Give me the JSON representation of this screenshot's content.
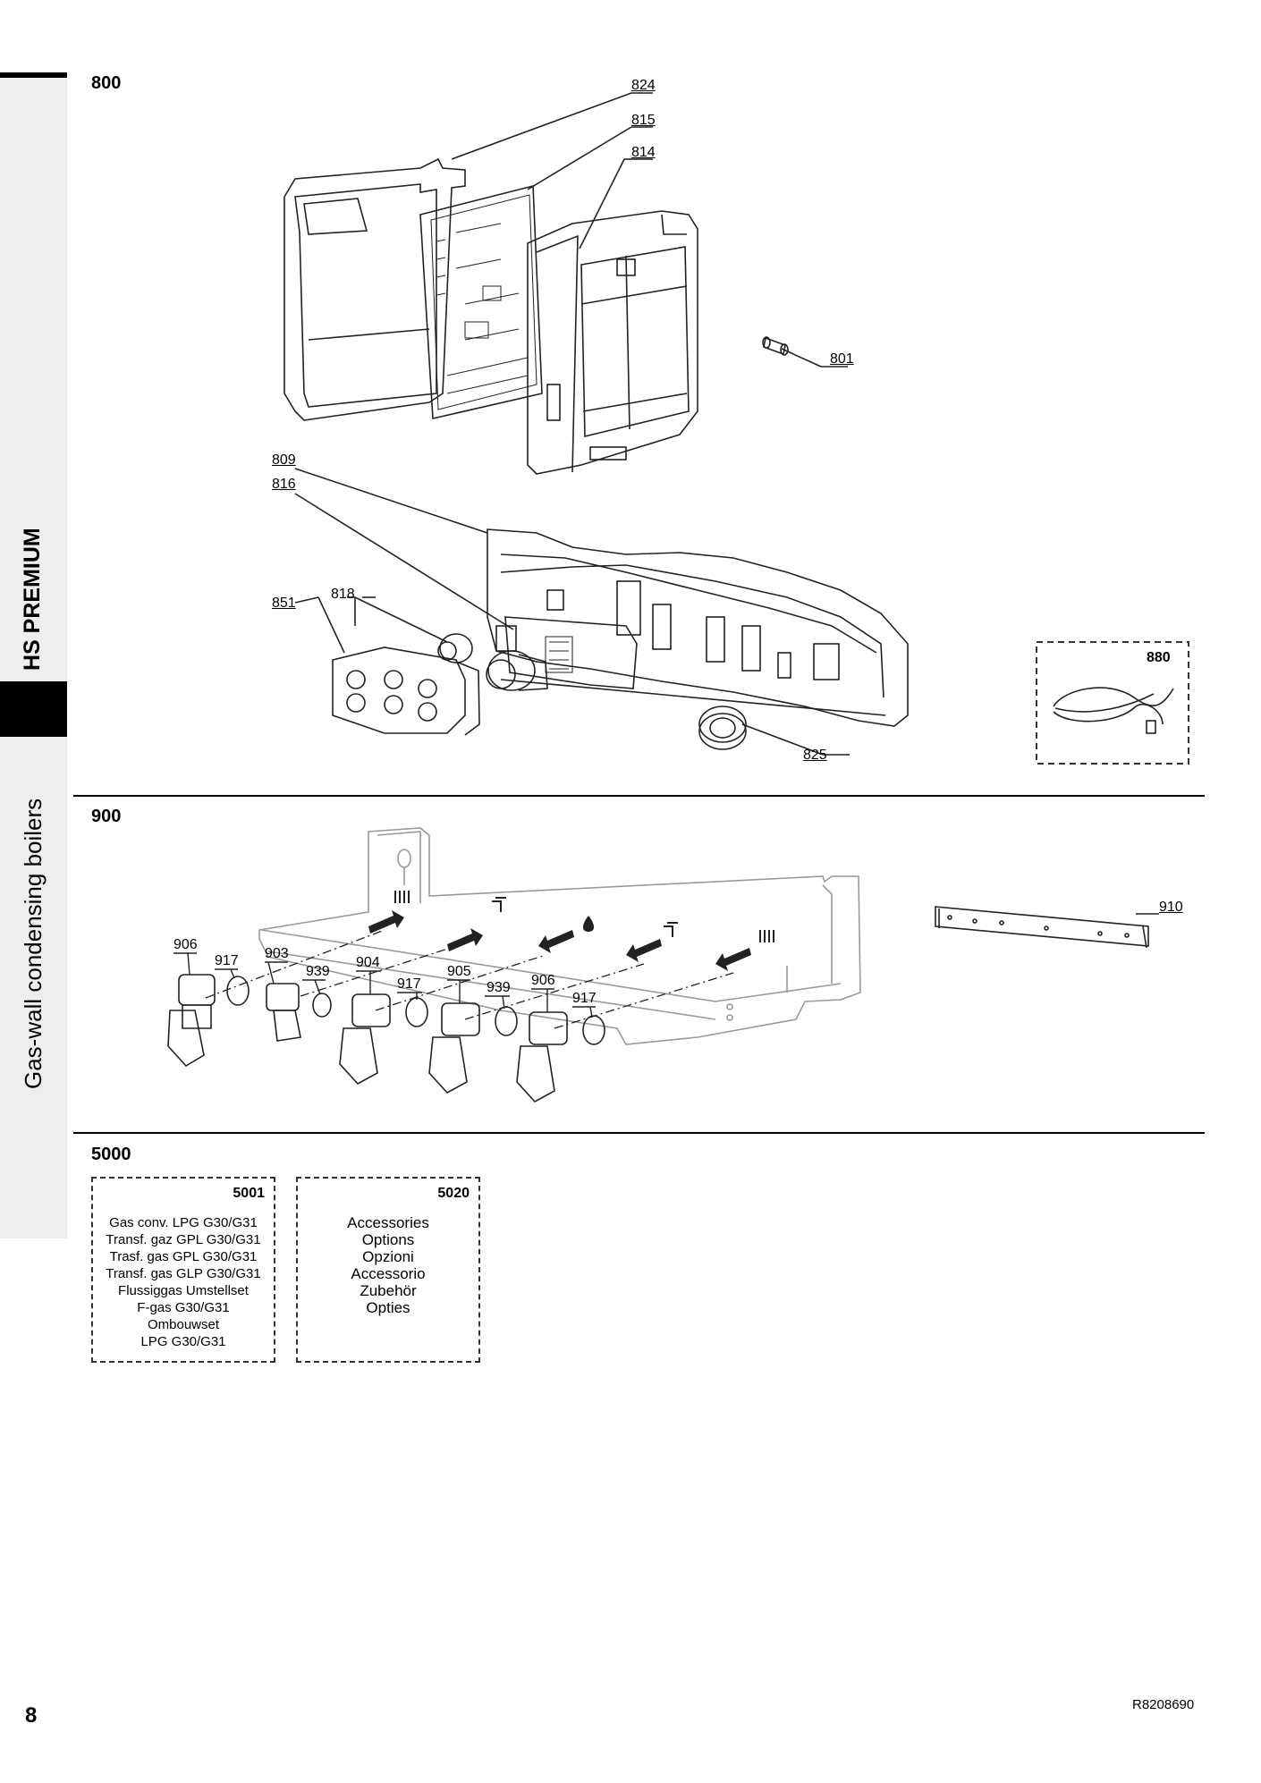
{
  "sidebar": {
    "product": "HS PREMIUM",
    "category": "Gas-wall condensing boilers"
  },
  "sections": {
    "s800": {
      "title": "800",
      "callouts": [
        "824",
        "815",
        "814",
        "801",
        "809",
        "816",
        "818",
        "851",
        "825",
        "880"
      ]
    },
    "s900": {
      "title": "900",
      "callouts": [
        "910",
        "906",
        "917",
        "903",
        "939",
        "904",
        "917",
        "905",
        "939",
        "906",
        "917"
      ]
    },
    "s5000": {
      "title": "5000",
      "kit5001": {
        "number": "5001",
        "lines": [
          "Gas conv. LPG G30/G31",
          "Transf. gaz GPL G30/G31",
          "Trasf. gas GPL G30/G31",
          "Transf. gas GLP G30/G31",
          "Flussiggas Umstellset",
          "F-gas G30/G31",
          "Ombouwset",
          "LPG G30/G31"
        ]
      },
      "kit5020": {
        "number": "5020",
        "lines": [
          "Accessories",
          "Options",
          "Opzioni",
          "Accessorio",
          "Zubehör",
          "Opties"
        ]
      }
    }
  },
  "footer": {
    "page_number": "8",
    "doc_ref": "R8208690"
  }
}
